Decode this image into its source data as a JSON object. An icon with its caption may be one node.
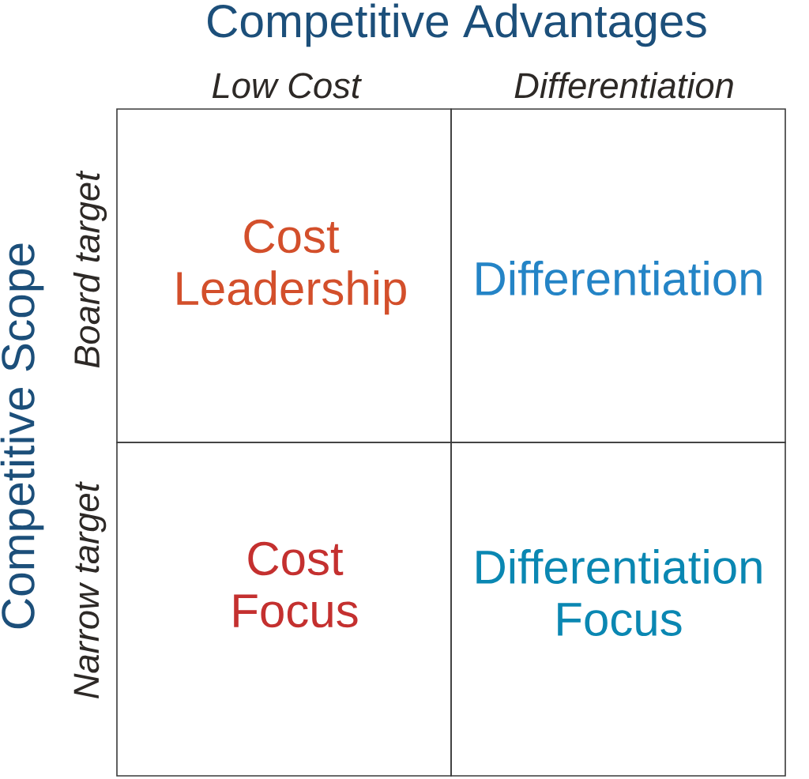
{
  "diagram": {
    "title": "Competitive Advantages",
    "nodes": [
      {
        "text": [
          "Cost Leadership"
        ]
      },
      {
        "text": [
          "Differentiation"
        ]
      },
      {
        "text": [
          "Cost Focus"
        ]
      },
      {
        "text": [
          "Differentiation Focus"
        ]
      }
    ],
    "labels": [
      "Low Cost",
      "Differentiation",
      "Competitive Scope",
      "Board target",
      "Narrow target"
    ]
  }
}
